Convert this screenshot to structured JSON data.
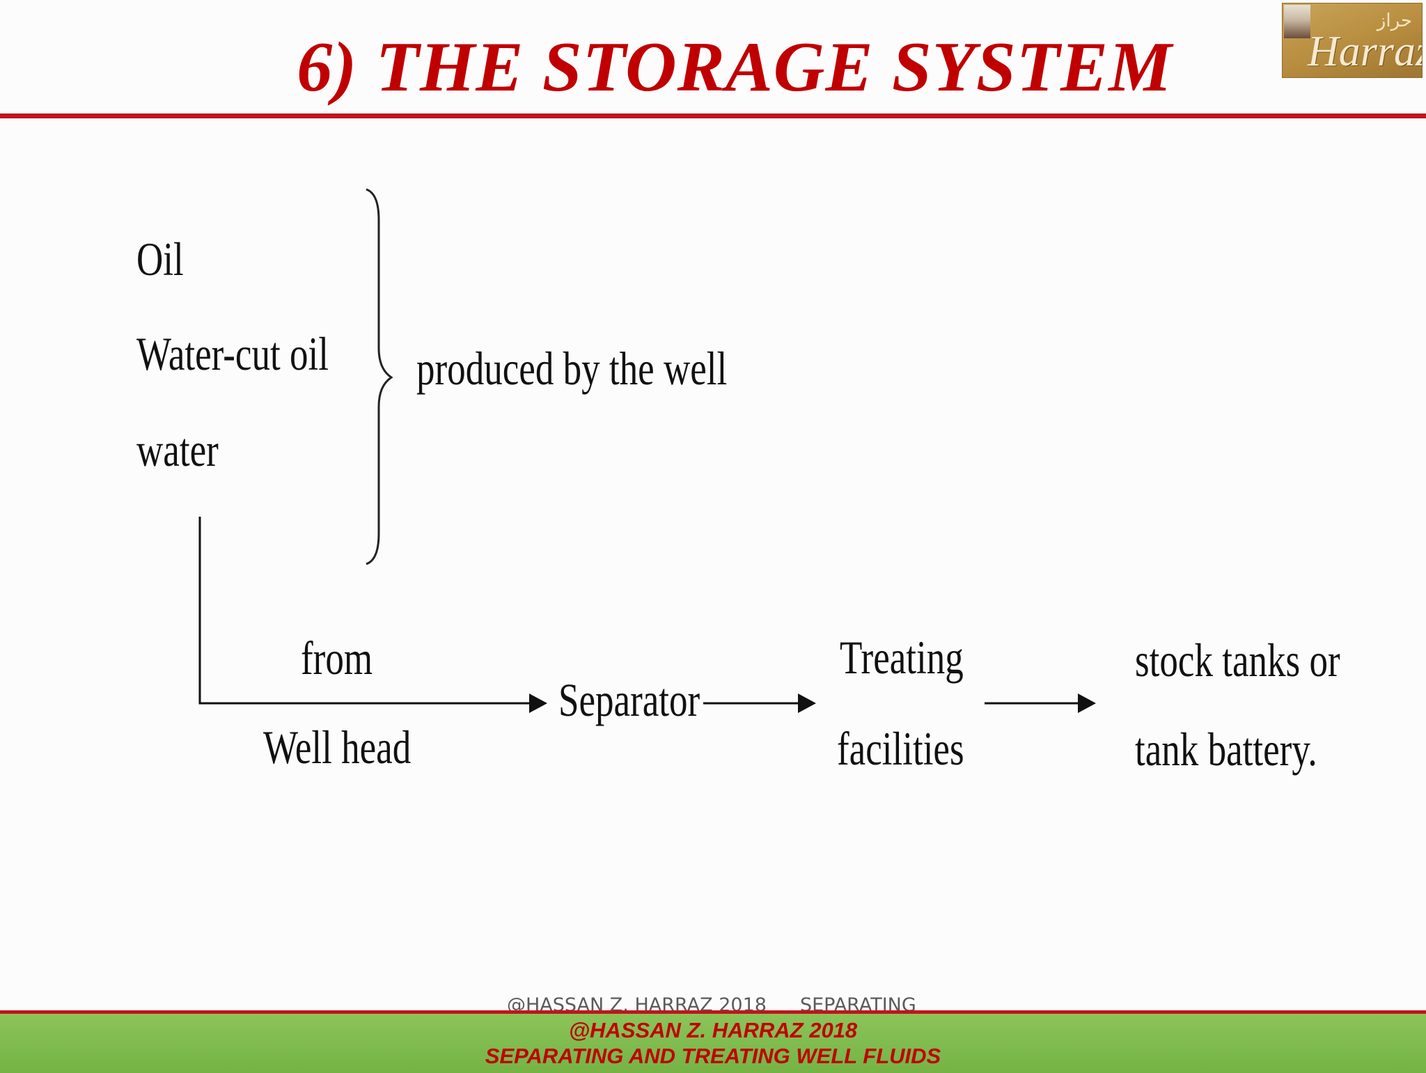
{
  "slide": {
    "title": "6) THE STORAGE SYSTEM",
    "logo": {
      "text": "Harraz",
      "arabic": "حراز"
    }
  },
  "diagram": {
    "fluids": [
      "Oil",
      "Water-cut oil",
      "water"
    ],
    "produced_label": "produced by the well",
    "source_top": "from",
    "source_bottom": "Well head",
    "step_separator": "Separator",
    "treating_top": "Treating",
    "treating_bottom": "facilities",
    "storage_top": "stock tanks or",
    "storage_bottom": "tank battery."
  },
  "footer": {
    "ghost_left": "@HASSAN Z. HARRAZ 2018",
    "ghost_right": "SEPARATING",
    "line1": "@HASSAN Z. HARRAZ 2018",
    "line2": "SEPARATING AND TREATING WELL FLUIDS"
  }
}
